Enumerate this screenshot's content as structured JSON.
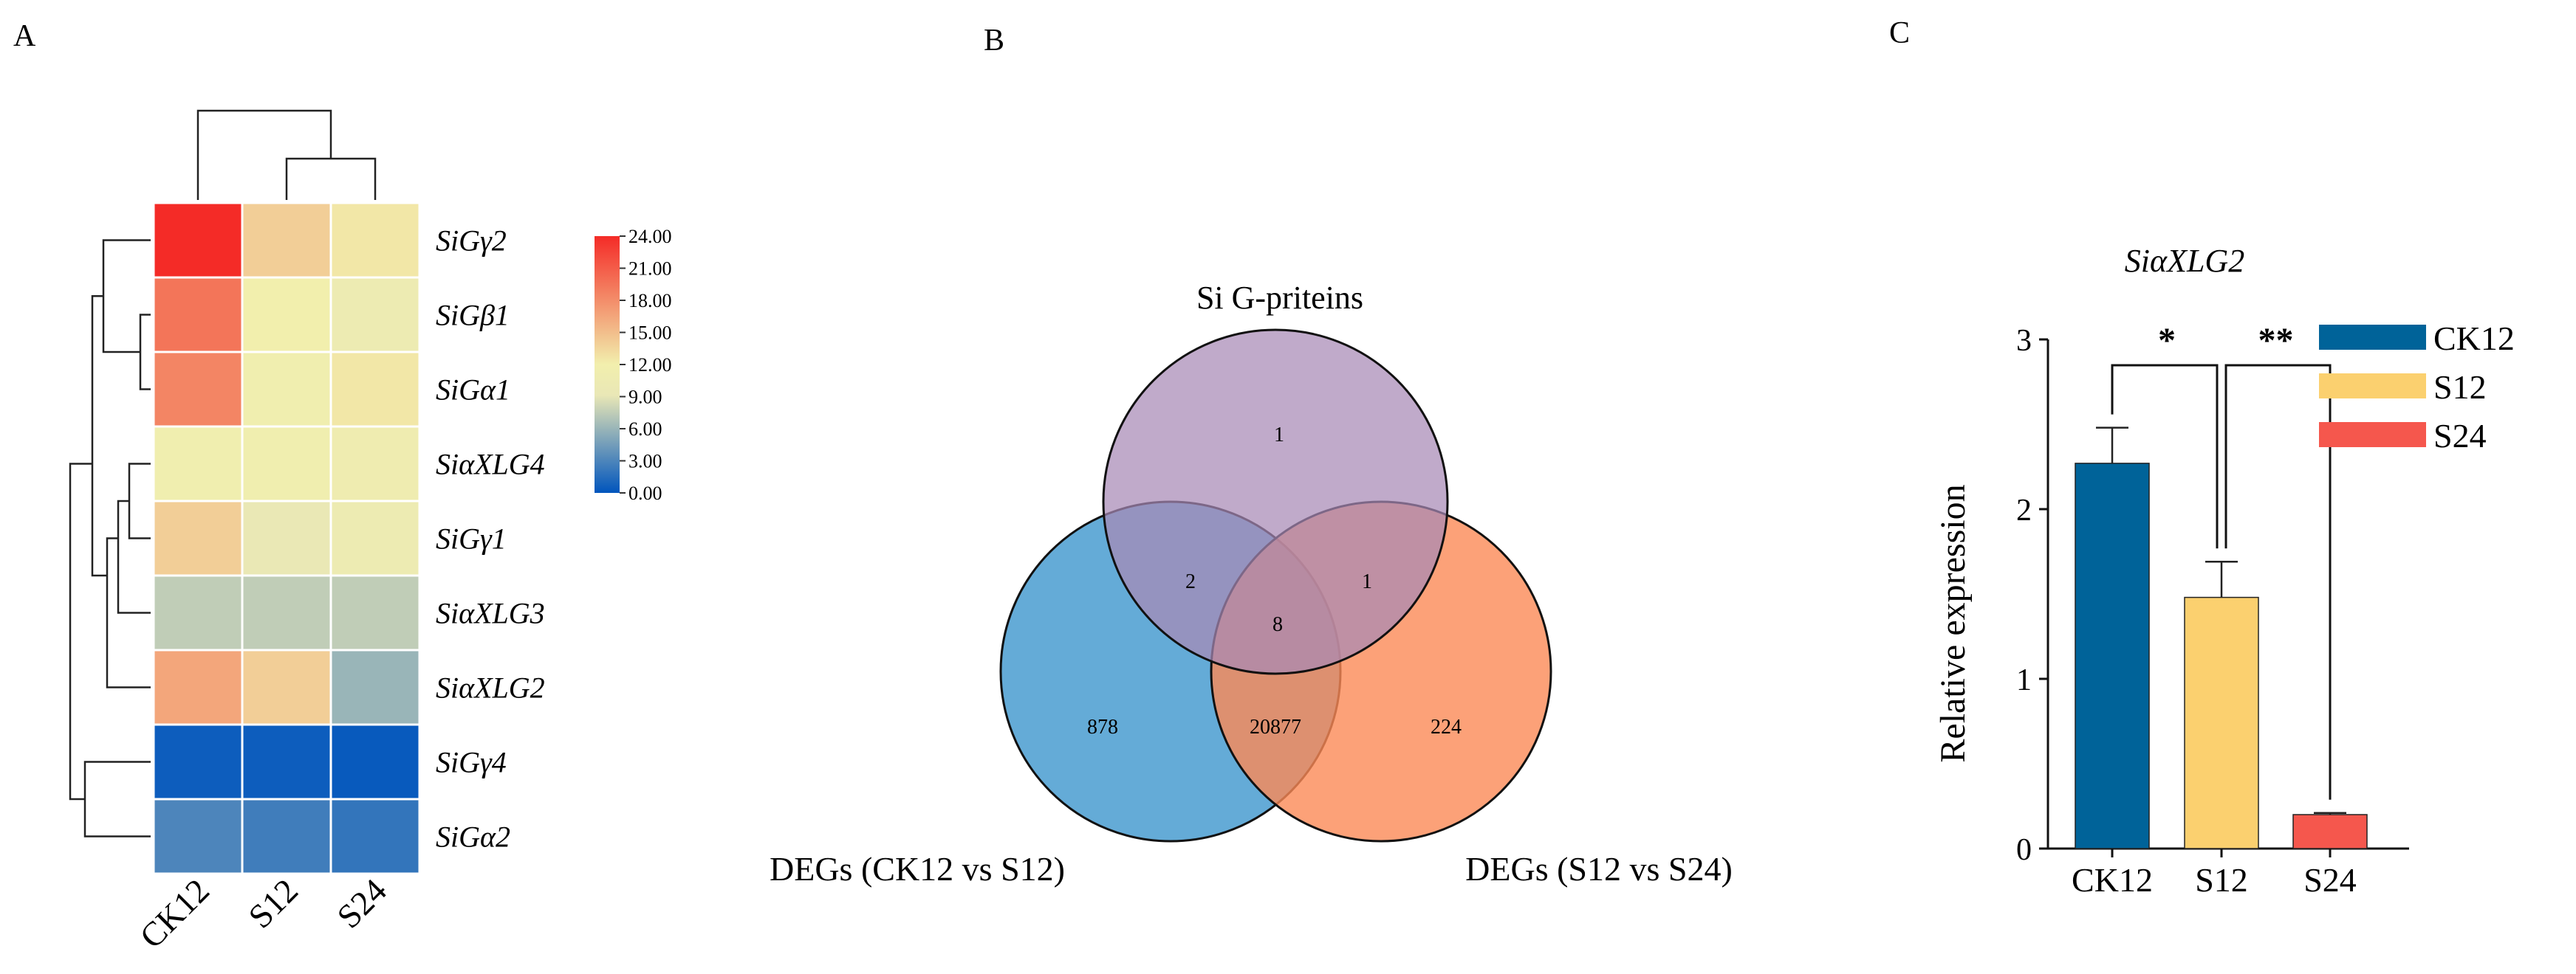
{
  "panels": {
    "a": "A",
    "b": "B",
    "c": "C"
  },
  "chart_data": [
    {
      "type": "heatmap",
      "columns": [
        "CK12",
        "S12",
        "S24"
      ],
      "rows": [
        "SiGγ2",
        "SiGβ1",
        "SiGα1",
        "SiαXLG4",
        "SiGγ1",
        "SiαXLG3",
        "SiαXLG2",
        "SiGγ4",
        "SiGα2"
      ],
      "values": [
        [
          24.0,
          14.0,
          12.5
        ],
        [
          19.5,
          12.0,
          10.5
        ],
        [
          18.5,
          11.5,
          12.5
        ],
        [
          11.5,
          11.5,
          11.0
        ],
        [
          14.0,
          9.5,
          10.5
        ],
        [
          7.5,
          7.5,
          7.5
        ],
        [
          16.5,
          14.0,
          6.0
        ],
        [
          0.5,
          0.5,
          0.3
        ],
        [
          3.0,
          2.5,
          2.0
        ]
      ],
      "colorbar": {
        "min": 0,
        "max": 24,
        "ticks": [
          "24.00",
          "21.00",
          "18.00",
          "15.00",
          "12.00",
          "9.00",
          "6.00",
          "3.00",
          "0.00"
        ],
        "colors": [
          "#0055bd",
          "#e9e7b6",
          "#f2efad",
          "#f42b27"
        ]
      },
      "column_dendrogram": "((CK12),(S12,S24))",
      "row_dendrogram": "(((SiGγ2,(SiGβ1,SiGα1)),((SiαXLG4,SiGγ1),SiαXLG3),SiαXLG2),(SiGγ4,SiGα2))"
    },
    {
      "type": "venn",
      "sets": [
        "Si G-priteins",
        "DEGs (CK12 vs S12)",
        "DEGs (S12 vs S24)"
      ],
      "colors": [
        "#a889b6",
        "#4f9fd1",
        "#fb8a56"
      ],
      "regions": {
        "only_a": "1",
        "only_b": "878",
        "only_c": "224",
        "ab": "2",
        "ac": "1",
        "bc": "20877",
        "abc": "8"
      }
    },
    {
      "type": "bar",
      "title": "SiαXLG2",
      "ylabel": "Relative expression",
      "categories": [
        "CK12",
        "S12",
        "S24"
      ],
      "values": [
        2.27,
        1.48,
        0.2
      ],
      "errors": [
        0.21,
        0.21,
        0.01
      ],
      "colors": [
        "#006399",
        "#fbd06f",
        "#f5574d"
      ],
      "ylim": [
        0,
        3
      ],
      "yticks": [
        "0",
        "1",
        "2",
        "3"
      ],
      "legend": [
        "CK12",
        "S12",
        "S24"
      ],
      "legend_position": "top-right",
      "significance": [
        {
          "from": 0,
          "to": 1,
          "label": "*"
        },
        {
          "from": 1,
          "to": 2,
          "label": "**"
        }
      ]
    }
  ]
}
